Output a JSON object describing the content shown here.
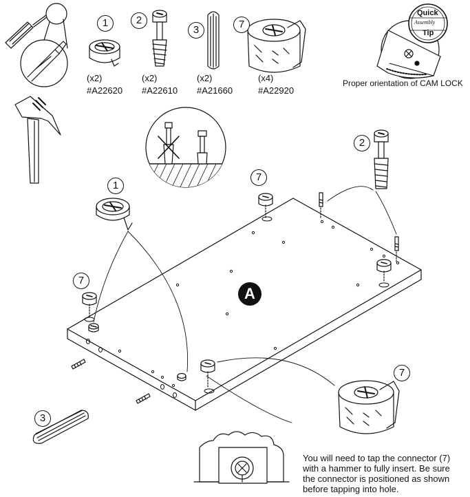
{
  "callouts": {
    "one": "1",
    "two": "2",
    "three": "3",
    "seven": "7"
  },
  "parts": [
    {
      "qty": "(x2)",
      "code": "#A22620"
    },
    {
      "qty": "(x2)",
      "code": "#A22610"
    },
    {
      "qty": "(x2)",
      "code": "#A21660"
    },
    {
      "qty": "(x4)",
      "code": "#A22920"
    }
  ],
  "tip": {
    "line1": "Quick",
    "line2": "Assembly",
    "line3": "Tip",
    "caption": "Proper orientation of CAM LOCK"
  },
  "panel_label": "A",
  "instruction": "You will need to tap the connector (7)\nwith a hammer to fully insert. Be sure\nthe connector is positioned as shown\nbefore tapping into hole."
}
